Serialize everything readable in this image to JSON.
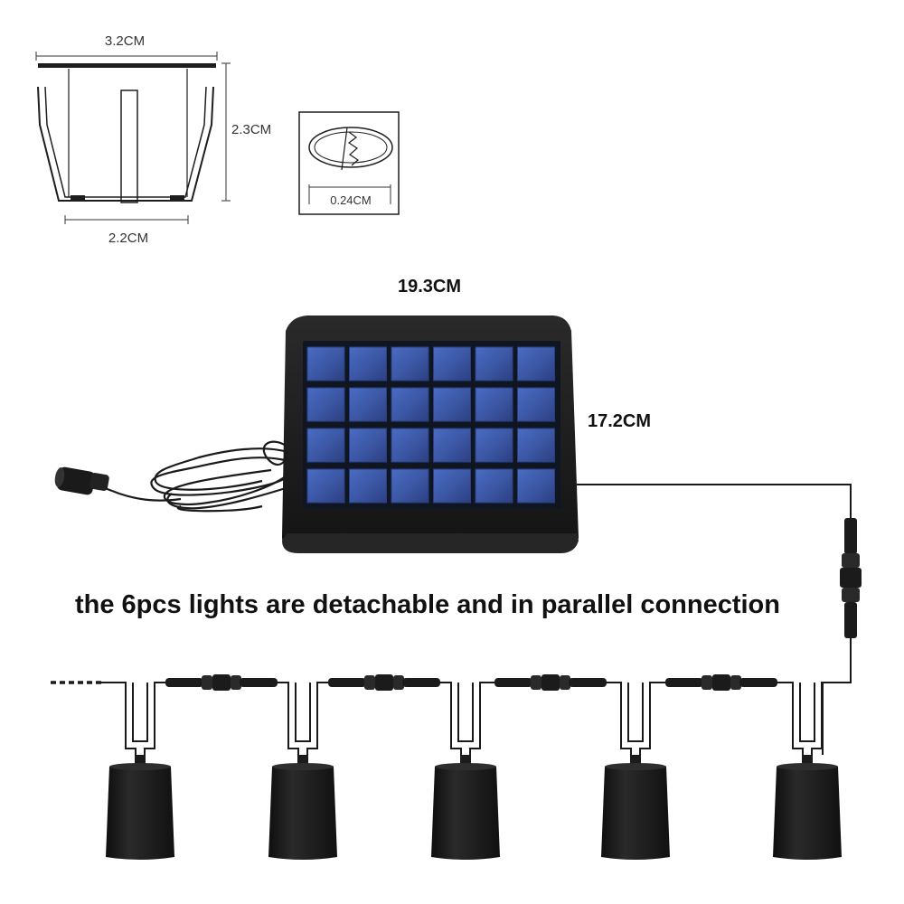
{
  "lamp_detail": {
    "top_width": "3.2CM",
    "height": "2.3CM",
    "bottom_width": "2.2CM",
    "thread_width": "0.24CM"
  },
  "solar_panel": {
    "width": "19.3CM",
    "height": "17.2CM",
    "cell_rows": 4,
    "cell_columns": 6,
    "colors": {
      "frame": "#1e1e1e",
      "cell": "#3d5aa8",
      "cell_dark": "#2a3f80"
    }
  },
  "caption": "the 6pcs lights are detachable and in parallel connection",
  "lights": {
    "visible_count": 5,
    "color": "#1b1b1b"
  }
}
